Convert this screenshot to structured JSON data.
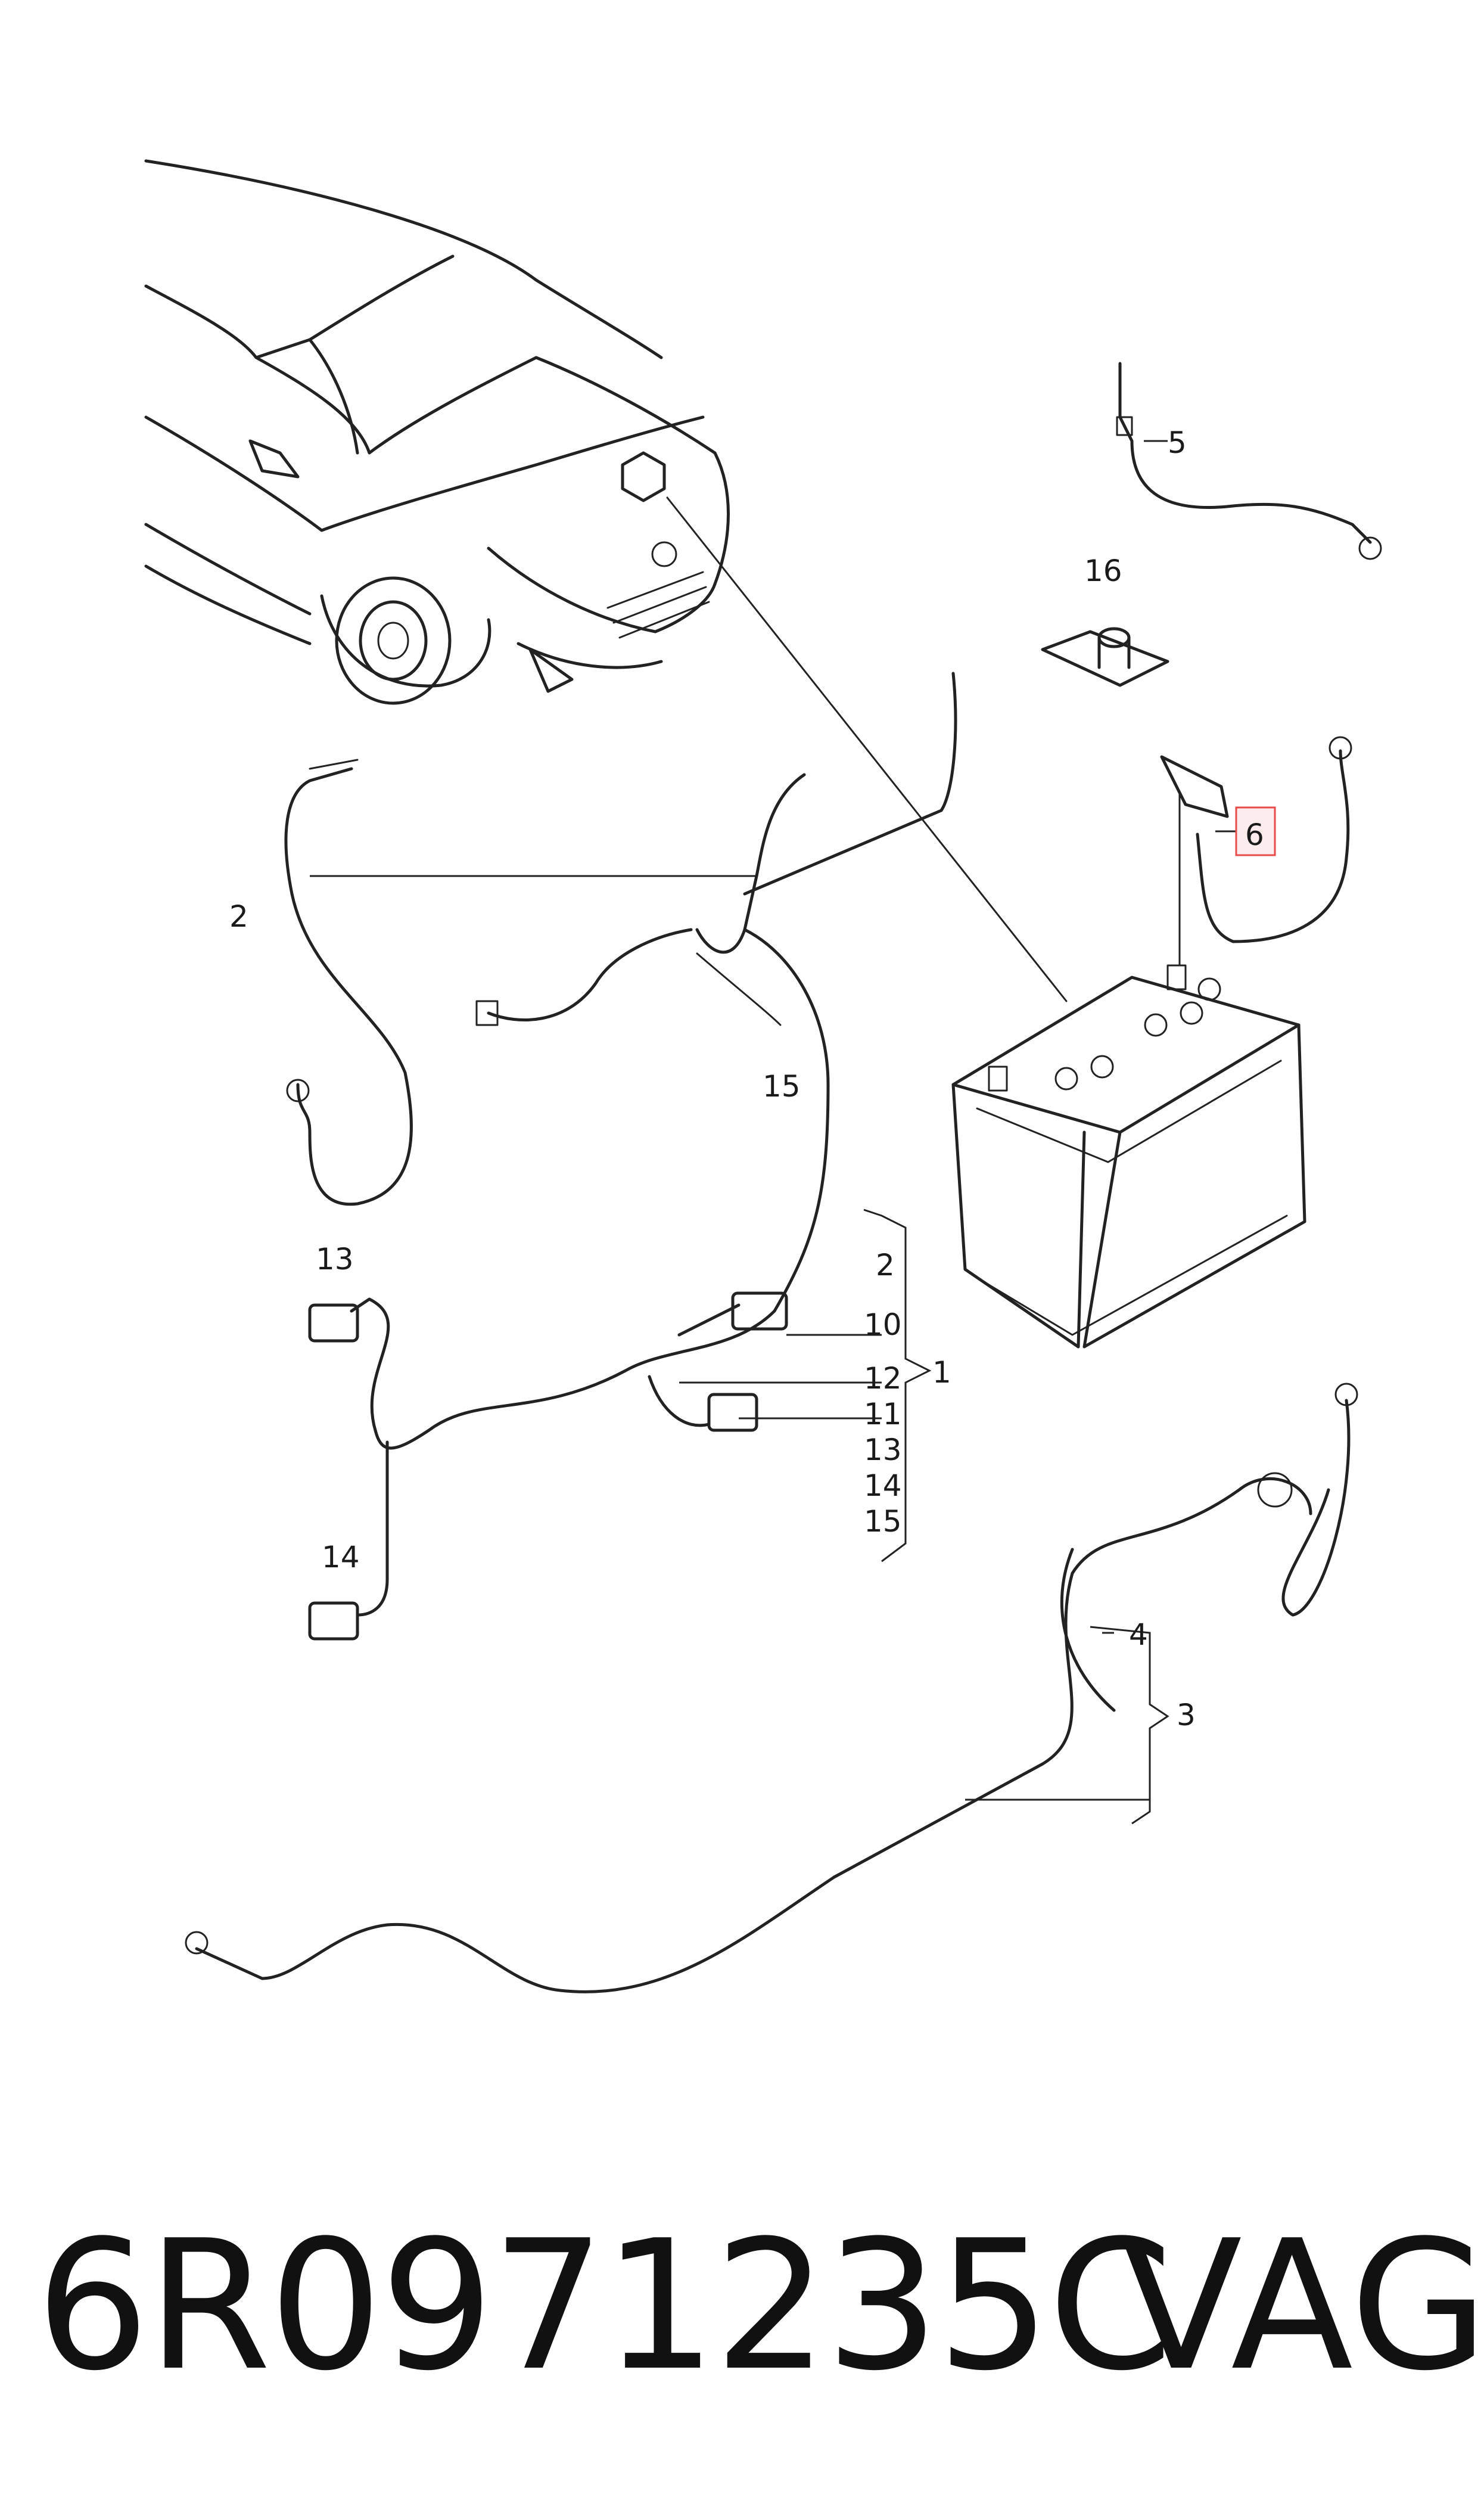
{
  "callouts": [
    "1",
    "2",
    "2",
    "3",
    "4",
    "5",
    "6",
    "10",
    "11",
    "12",
    "13",
    "13",
    "14",
    "14",
    "15",
    "15",
    "16"
  ],
  "footer": {
    "part_number": "6R0971235C",
    "brand": "VAG"
  },
  "colors": {
    "highlight": "#e84a4a",
    "ink": "#222222"
  }
}
